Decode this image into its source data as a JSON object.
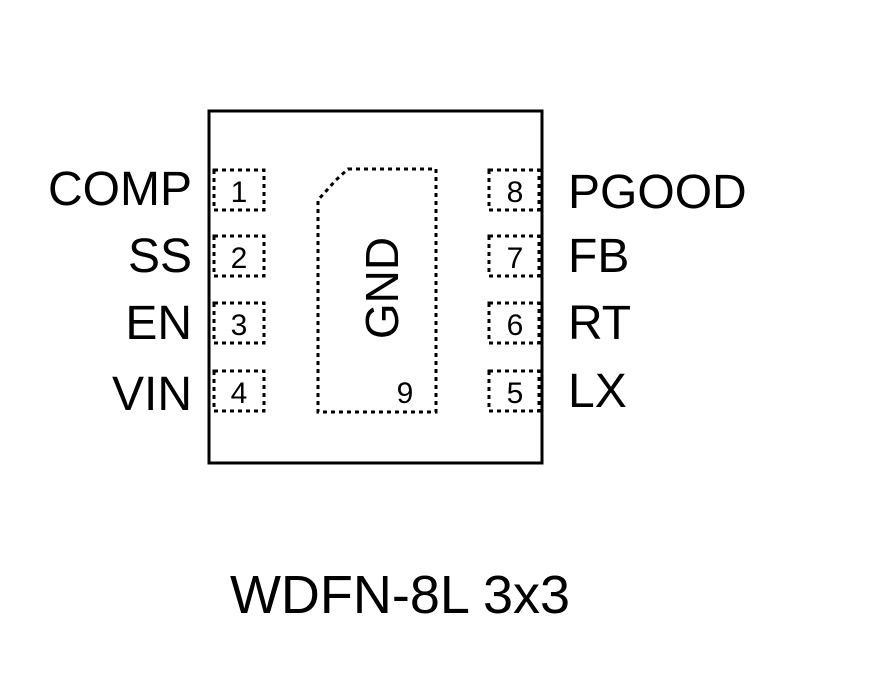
{
  "package": {
    "caption": "WDFN-8L 3x3",
    "exposed_pad": {
      "label": "GND",
      "number": "9"
    }
  },
  "pins_left": [
    {
      "number": "1",
      "name": "COMP"
    },
    {
      "number": "2",
      "name": "SS"
    },
    {
      "number": "3",
      "name": "EN"
    },
    {
      "number": "4",
      "name": "VIN"
    }
  ],
  "pins_right": [
    {
      "number": "8",
      "name": "PGOOD"
    },
    {
      "number": "7",
      "name": "FB"
    },
    {
      "number": "6",
      "name": "RT"
    },
    {
      "number": "5",
      "name": "LX"
    }
  ],
  "colors": {
    "ink": "#000000",
    "background": "#ffffff"
  }
}
